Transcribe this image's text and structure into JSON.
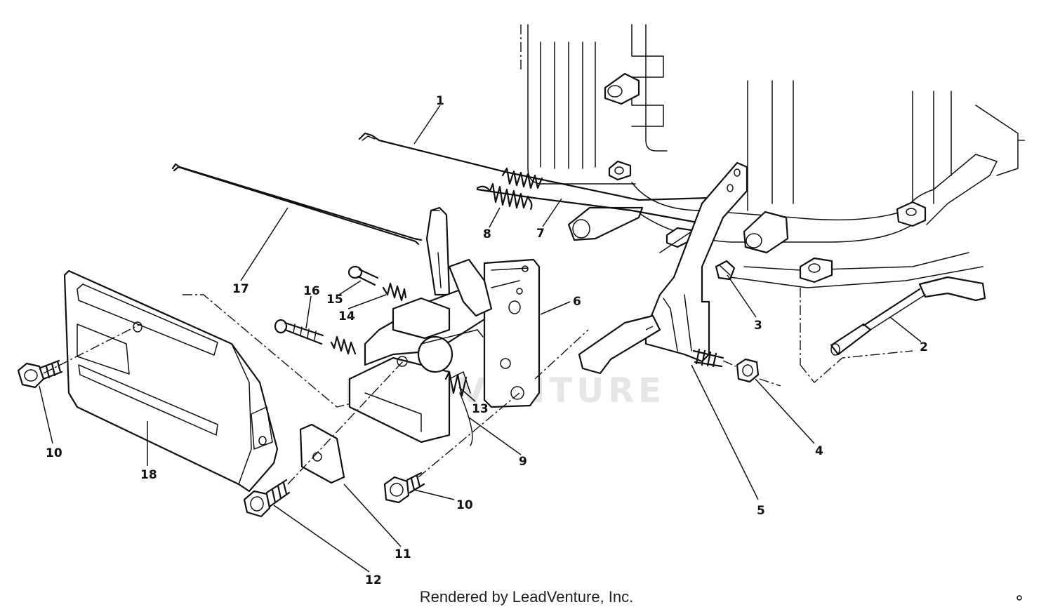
{
  "diagram": {
    "callouts": [
      "1",
      "2",
      "3",
      "4",
      "5",
      "6",
      "7",
      "8",
      "9",
      "10",
      "10",
      "11",
      "12",
      "13",
      "14",
      "15",
      "16",
      "17",
      "18"
    ],
    "watermark": "LEADVENTURE"
  },
  "footer": {
    "credit": "Rendered by LeadVenture, Inc."
  }
}
